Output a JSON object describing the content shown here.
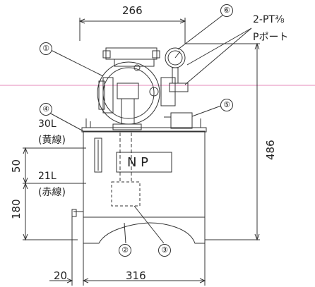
{
  "dimensions": {
    "top_width": "266",
    "height_overall": "486",
    "level_gap": "50",
    "lower_height": "180",
    "left_offset": "20",
    "base_width": "316"
  },
  "annotations": {
    "port_size": "2-PT⅜",
    "port_name": "Pポート",
    "level_high": "30L",
    "level_high_note": "(黄線)",
    "level_low": "21L",
    "level_low_note": "(赤線)",
    "nameplate": "N  P"
  },
  "callouts": [
    "①",
    "②",
    "③",
    "④",
    "⑤",
    "⑥"
  ]
}
